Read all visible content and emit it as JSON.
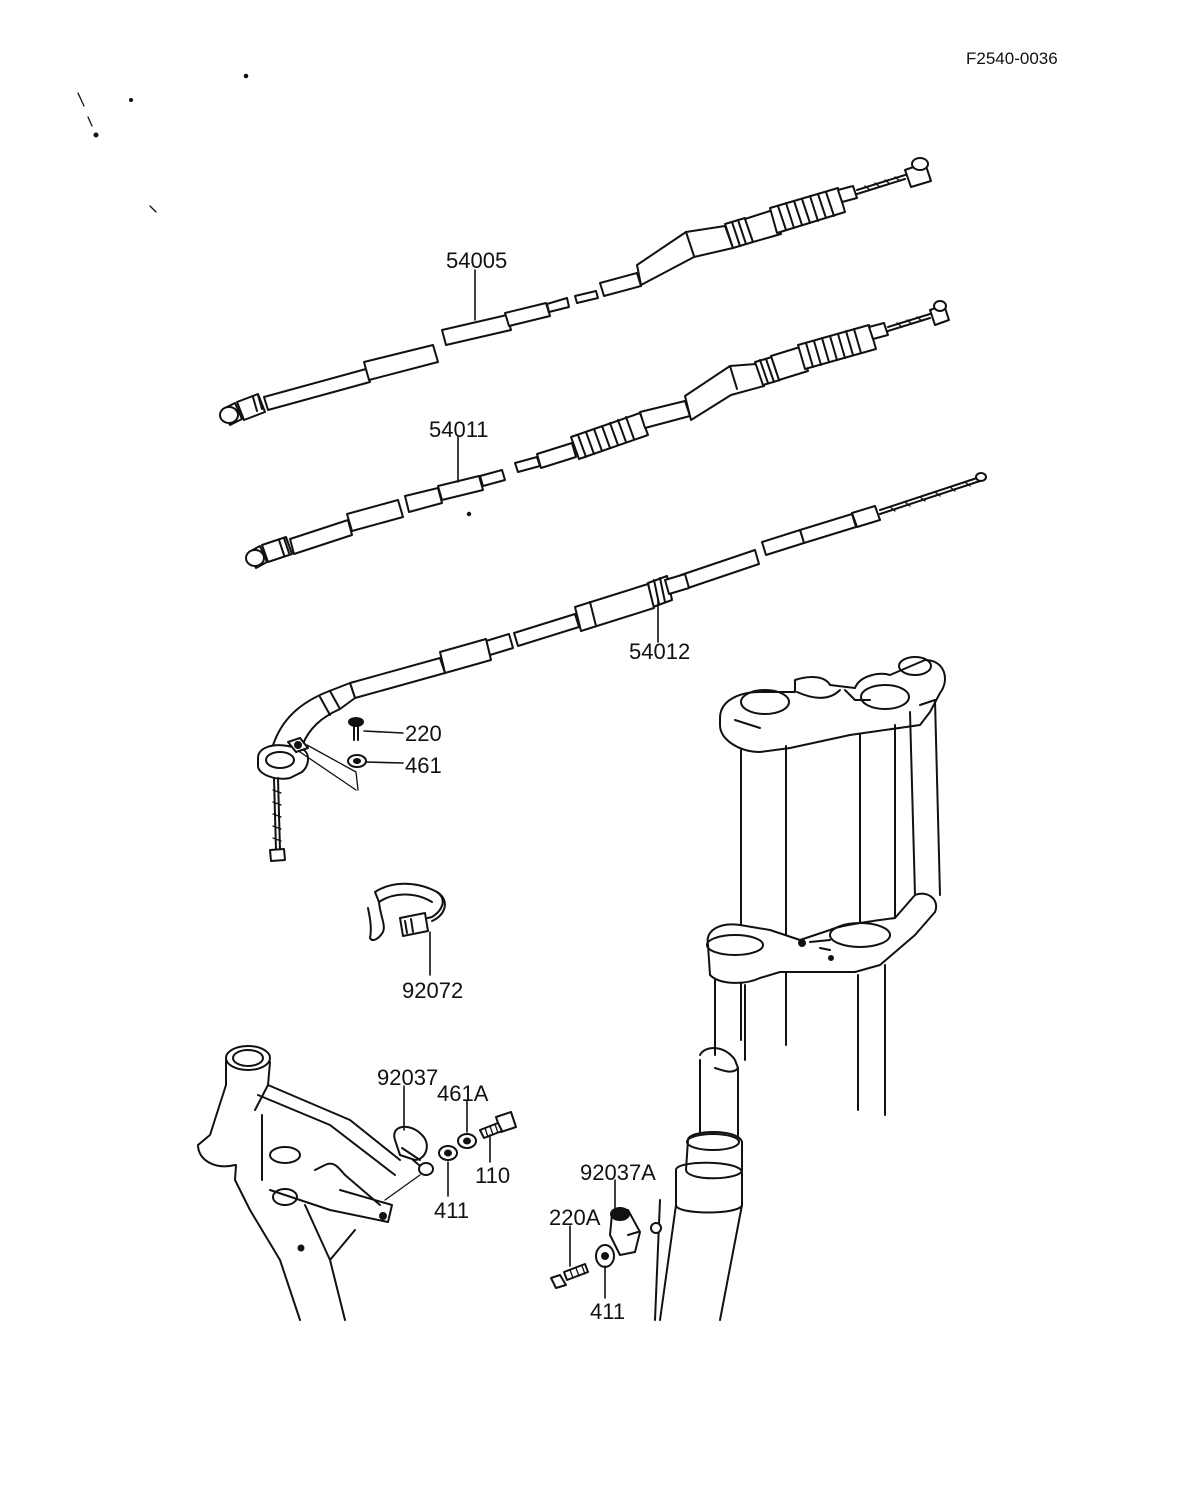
{
  "drawing_code": "F2540-0036",
  "part_labels": {
    "p54005": "54005",
    "p54011": "54011",
    "p54012": "54012",
    "p220": "220",
    "p461": "461",
    "p92072": "92072",
    "p92037": "92037",
    "p461A": "461A",
    "p110": "110",
    "p411a": "411",
    "p92037A": "92037A",
    "p220A": "220A",
    "p411b": "411"
  }
}
